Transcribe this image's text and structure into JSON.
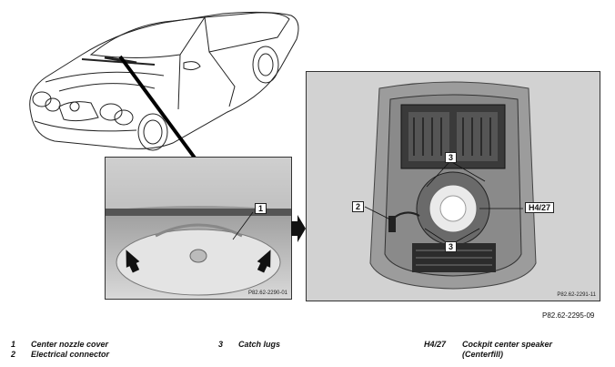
{
  "figure_id": "P82.62-2295-09",
  "left_photo": {
    "ref": "P82.62-2290-01",
    "callout": "1"
  },
  "right_photo": {
    "ref": "P82.62-2291-11",
    "callouts": {
      "connector": "2",
      "lugs": "3",
      "speaker": "H4/27"
    }
  },
  "legend": [
    {
      "num": "1",
      "text": "Center nozzle cover"
    },
    {
      "num": "2",
      "text": "Electrical connector"
    },
    {
      "num": "3",
      "text": "Catch lugs"
    },
    {
      "num": "H4/27",
      "text": "Cockpit center speaker",
      "text2": "(Centerfill)"
    }
  ]
}
